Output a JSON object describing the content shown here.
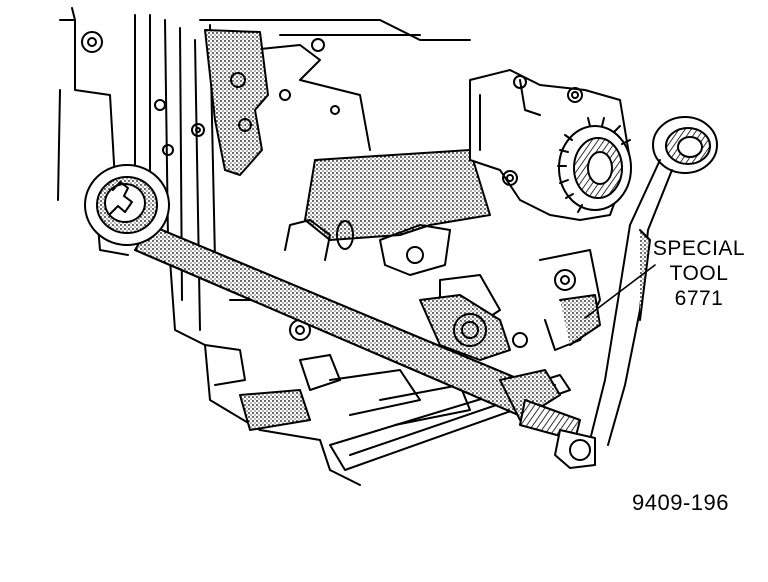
{
  "callout": {
    "line1": "SPECIAL",
    "line2": "TOOL",
    "line3": "6771"
  },
  "figure_id": "9409-196",
  "colors": {
    "ink": "#000000",
    "background": "#ffffff"
  }
}
